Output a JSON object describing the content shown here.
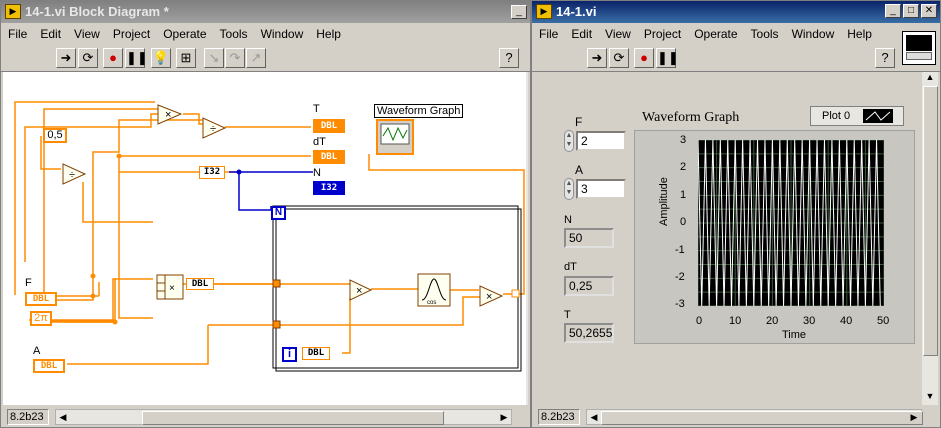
{
  "block_diagram": {
    "title": "14-1.vi Block Diagram *",
    "menu": [
      "File",
      "Edit",
      "View",
      "Project",
      "Operate",
      "Tools",
      "Window",
      "Help"
    ],
    "constants": {
      "c05": "0,5",
      "two_pi": "2π"
    },
    "terminals": {
      "F": "F",
      "A": "A",
      "T": "T",
      "dT": "dT",
      "N": "N",
      "dbl": "DBL",
      "i32": "I32",
      "loop_N": "N",
      "loop_i": "i",
      "graph_label": "Waveform Graph"
    },
    "version": "8.2b23"
  },
  "front_panel": {
    "title": "14-1.vi",
    "menu": [
      "File",
      "Edit",
      "View",
      "Project",
      "Operate",
      "Tools",
      "Window",
      "Help"
    ],
    "controls": {
      "F": {
        "label": "F",
        "value": "2"
      },
      "A": {
        "label": "A",
        "value": "3"
      },
      "N": {
        "label": "N",
        "value": "50"
      },
      "dT": {
        "label": "dT",
        "value": "0,25"
      },
      "T": {
        "label": "T",
        "value": "50,2655"
      }
    },
    "graph": {
      "title": "Waveform Graph",
      "legend": "Plot 0",
      "xlabel": "Time",
      "ylabel": "Amplitude",
      "xticks": [
        "0",
        "10",
        "20",
        "30",
        "40",
        "50"
      ],
      "yticks": [
        "3",
        "2",
        "1",
        "0",
        "-1",
        "-2",
        "-3"
      ]
    },
    "version": "8.2b23"
  },
  "chart_data": {
    "type": "line",
    "title": "Waveform Graph",
    "xlabel": "Time",
    "ylabel": "Amplitude",
    "xlim": [
      0,
      50
    ],
    "ylim": [
      -3,
      3
    ],
    "series": [
      {
        "name": "Plot 0",
        "amplitude": 3,
        "frequency": 2,
        "dt": 0.25,
        "points": 50
      }
    ],
    "colors": {
      "background": "#000000",
      "grid": "#3c5a3c",
      "plot": "#ffffff"
    }
  },
  "colors": {
    "wire_orange": "#ff8c00",
    "wire_blue": "#0000cc",
    "title_active": "#0a246a"
  }
}
